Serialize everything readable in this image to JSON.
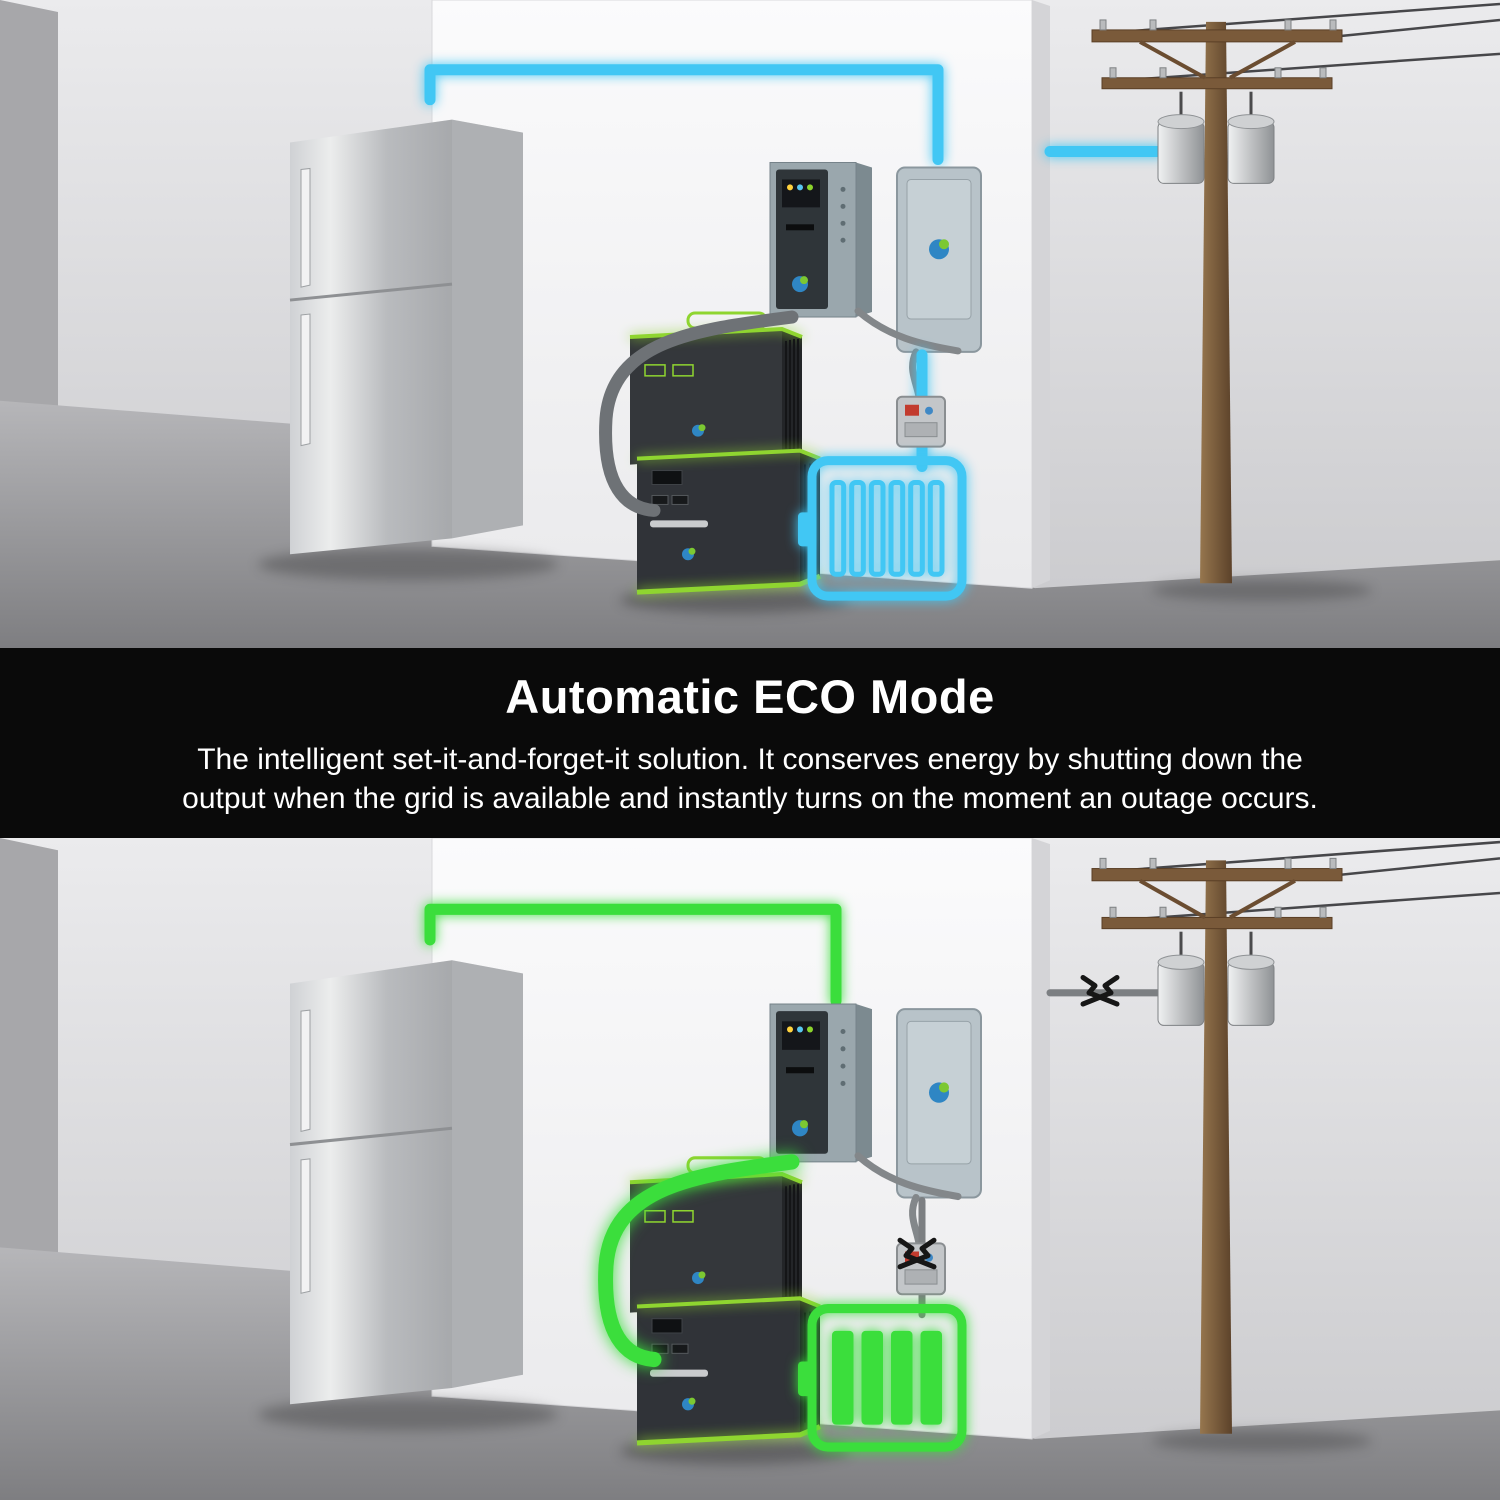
{
  "banner": {
    "title": "Automatic ECO Mode",
    "description_line1": "The intelligent set-it-and-forget-it solution. It conserves energy by shutting down the",
    "description_line2": "output when the grid is available and instantly turns on the moment an outage occurs."
  },
  "colors": {
    "grid_flow": "#41C7F4",
    "eco_flow": "#3BDE3C",
    "accent_lime": "#8FD530",
    "banner_bg": "#0A0A0A",
    "banner_text": "#FFFFFF",
    "cable_gray": "#6E7276",
    "wire_gray": "#7C7F82"
  },
  "scenes": [
    {
      "name": "grid-available",
      "flow_color_ref": "grid_flow",
      "battery": {
        "style": "outline",
        "segments": 6
      },
      "outage_markers": 0
    },
    {
      "name": "outage-eco-mode",
      "flow_color_ref": "eco_flow",
      "battery": {
        "style": "filled",
        "segments": 4
      },
      "outage_markers": 2
    }
  ],
  "icons": {
    "battery-icon": "rounded battery outline with charge bars",
    "outage-icon": "two crossed black bolts (power cut)",
    "brand-logo": "blue and green dot mark"
  },
  "objects": [
    "refrigerator",
    "transfer-switch",
    "breaker-panel",
    "portable-power-station",
    "expansion-battery-unit",
    "outlet-box",
    "utility-pole",
    "pole-transformers",
    "grid-wire",
    "power-cable"
  ]
}
